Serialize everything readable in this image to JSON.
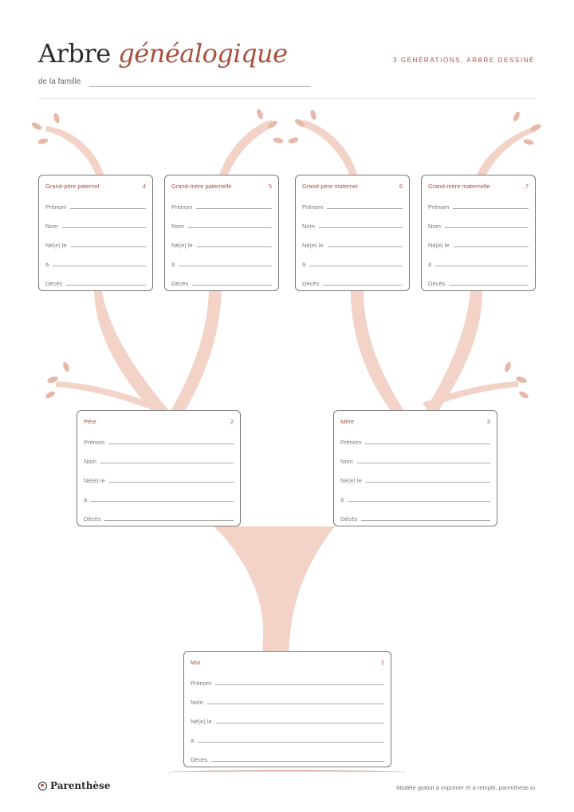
{
  "header": {
    "title_main": "Arbre",
    "title_accent": "généalogique",
    "subtitle": "3 générations, arbre dessiné",
    "family_label": "de la famille"
  },
  "colors": {
    "accent": "#a9503f",
    "tree": "#f3d3c8",
    "leaf": "#e8b8a6",
    "border": "#777777"
  },
  "field_labels": [
    "Prénom",
    "Nom",
    "Né(e) le",
    "à",
    "Décès"
  ],
  "cards": {
    "gp_paternel": {
      "title": "Grand-père paternel",
      "number": "4"
    },
    "gm_paternelle": {
      "title": "Grand-mère paternelle",
      "number": "5"
    },
    "gp_maternel": {
      "title": "Grand-père maternel",
      "number": "6"
    },
    "gm_maternelle": {
      "title": "Grand-mère maternelle",
      "number": "7"
    },
    "pere": {
      "title": "Père",
      "number": "2"
    },
    "mere": {
      "title": "Mère",
      "number": "3"
    },
    "moi": {
      "title": "Moi",
      "number": "1"
    }
  },
  "footer": {
    "brand": "Parenthèse",
    "brand_icon": "parenthese-logo-icon",
    "note": "Modèle gratuit à imprimer et à remplir, parenthese.io"
  }
}
